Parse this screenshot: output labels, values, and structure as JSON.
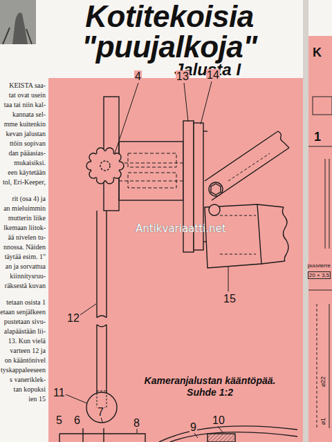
{
  "diagram": {
    "title": "Kotitekoisia \"puujalkoja\"",
    "caption": "Kameranjalustan kääntöpää. Suhde 1:2",
    "labels": [
      "Jalusta I",
      "KEISTA saa-",
      "tat ovat usein",
      "taa tai niin kal-",
      "kannata sel-",
      "mme kuitenkin",
      "kevan jalustan",
      "ttöin sopivan",
      "dan pääasias-",
      "mukaisiksi.",
      "een käytetään",
      "tol, Eri-Keeper,",
      "rit (osa 4) ja",
      "an mieluimmin",
      "mutterin liike",
      "lkemaan liitok-",
      "ää nivelen tu-",
      "nnossa. Näiden",
      "täytää esim. 1\"",
      "an ja sorvattua",
      "kiinnitysruu-",
      "räksestä kuvan",
      "tetaan osista 1",
      "etaan senjälkeen",
      "pustetaan sivu-",
      "alapäästään lii-",
      "13. Kun vielä",
      "varteen 12 ja",
      "on kääntönivel",
      "tyskappaleeseen",
      "s vaneriklek-",
      "tan kopuksi",
      "ien 15",
      "4",
      "13",
      "14",
      "15",
      "12",
      "11",
      "10",
      "9",
      "8",
      "7",
      "6",
      "5",
      "Antikvariaatti.net",
      "K",
      "1",
      "puuvierre",
      "20 × 3,5",
      "⌀22",
      "⌀1"
    ]
  }
}
